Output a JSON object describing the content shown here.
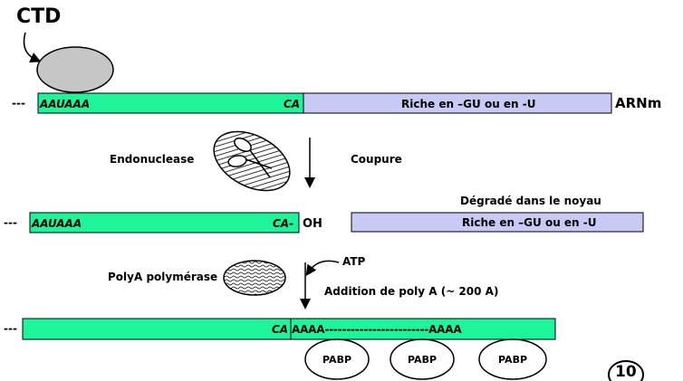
{
  "labels": {
    "ctd": "CTD",
    "arnm": "ARNm",
    "endonuclease": "Endonuclease",
    "coupure": "Coupure",
    "degrade": "Dégradé dans le noyau",
    "oh": "OH",
    "polya_polymerase": "PolyA polymérase",
    "atp": "ATP",
    "addition": "Addition de poly A (~ 200 A)",
    "page_number": "10"
  },
  "row1": {
    "dashes": "---",
    "left_signal": "AAUAAA",
    "site": "CA",
    "right_region": "Riche en –GU ou en -U"
  },
  "row2": {
    "dashes": "---",
    "left_signal": "AAUAAA",
    "site": "CA-",
    "right_region": "Riche en –GU ou en -U"
  },
  "row3": {
    "dashes": "---",
    "site": "CA",
    "polya_tail": "AAAA------------------------AAAA"
  },
  "pabp": [
    "PABP",
    "PABP",
    "PABP"
  ],
  "colors": {
    "rna_green": "#1ef59a",
    "downstream_lavender": "#c9c9f5",
    "ctd_gray": "#c6c6c6"
  }
}
